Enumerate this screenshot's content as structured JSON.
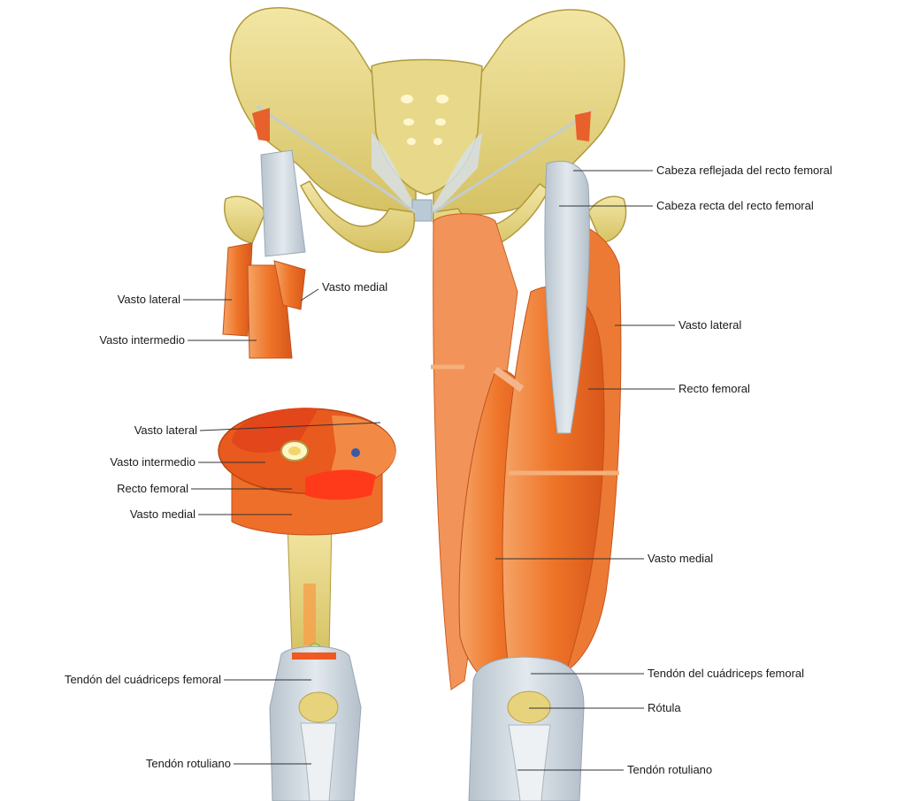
{
  "labels": {
    "cabeza_reflejada": "Cabeza reflejada del recto femoral",
    "cabeza_recta": "Cabeza recta del recto femoral",
    "vasto_lateral_right": "Vasto lateral",
    "recto_femoral_right": "Recto femoral",
    "vasto_medial_right": "Vasto medial",
    "tendon_cuadriceps_right": "Tendón del cuádriceps femoral",
    "rotula": "Rótula",
    "tendon_rotuliano_right": "Tendón rotuliano",
    "vasto_lateral_top": "Vasto lateral",
    "vasto_medial_top": "Vasto medial",
    "vasto_intermedio_top": "Vasto intermedio",
    "vasto_lateral_section": "Vasto lateral",
    "vasto_intermedio_section": "Vasto intermedio",
    "recto_femoral_section": "Recto femoral",
    "vasto_medial_section": "Vasto medial",
    "tendon_cuadriceps_left": "Tendón del cuádriceps femoral",
    "tendon_rotuliano_left": "Tendón rotuliano"
  },
  "colors": {
    "bone": "#e9d98a",
    "bone_shadow": "#c9b24e",
    "muscle": "#f07a2e",
    "muscle_dark": "#d8561a",
    "muscle_light": "#f7a05e",
    "tendon": "#cfd8e0",
    "leader": "#333333"
  }
}
